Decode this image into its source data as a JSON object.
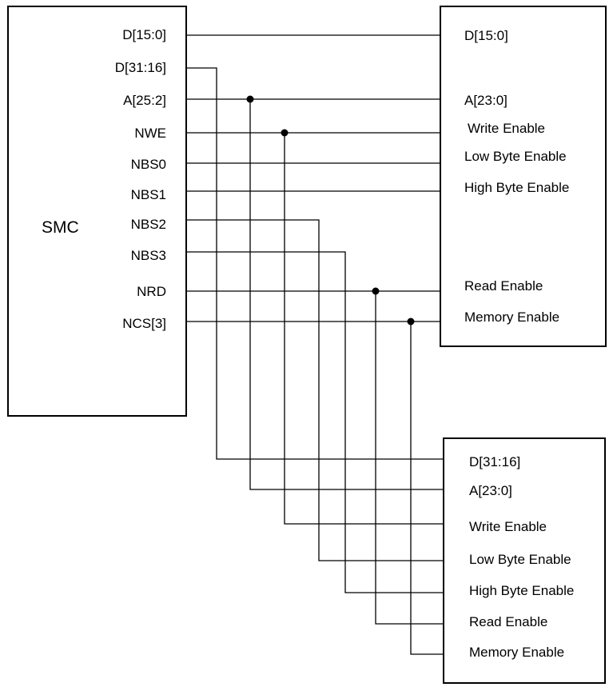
{
  "smc": {
    "name": "SMC",
    "pins": [
      "D[15:0]",
      "D[31:16]",
      "A[25:2]",
      "NWE",
      "NBS0",
      "NBS1",
      "NBS2",
      "NBS3",
      "NRD",
      "NCS[3]"
    ]
  },
  "memory_upper": {
    "pins": [
      "D[15:0]",
      "A[23:0]",
      "Write Enable",
      "Low Byte Enable",
      "High Byte Enable",
      "Read Enable",
      "Memory Enable"
    ]
  },
  "memory_lower": {
    "pins": [
      "D[31:16]",
      "A[23:0]",
      "Write Enable",
      "Low Byte Enable",
      "High Byte Enable",
      "Read Enable",
      "Memory Enable"
    ]
  },
  "colors": {
    "line": "#000000",
    "background": "#ffffff"
  }
}
